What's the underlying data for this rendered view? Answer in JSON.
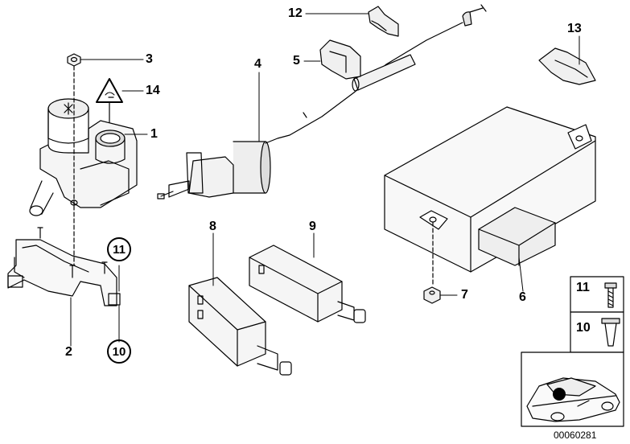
{
  "callouts": {
    "n1": "1",
    "n2": "2",
    "n3": "3",
    "n4": "4",
    "n5": "5",
    "n6": "6",
    "n7": "7",
    "n8": "8",
    "n9": "9",
    "n10": "10",
    "n11": "11",
    "n12": "12",
    "n13": "13",
    "n14": "14",
    "c11": "11",
    "c10": "10"
  },
  "inset": {
    "lbl11": "11",
    "lbl10": "10"
  },
  "footer": {
    "image_number": "00060281"
  }
}
